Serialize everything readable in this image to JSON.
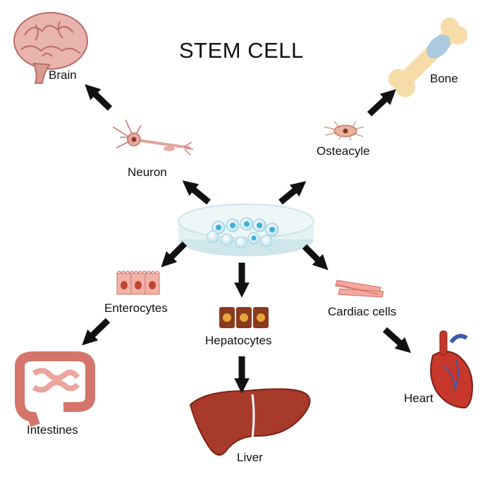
{
  "title": "STEM CELL",
  "labels": {
    "brain": "Brain",
    "neuron": "Neuron",
    "bone": "Bone",
    "osteacyle": "Osteacyle",
    "enterocytes": "Enterocytes",
    "hepatocytes": "Hepatocytes",
    "cardiac": "Cardiac cells",
    "intestines": "Intestines",
    "liver": "Liver",
    "heart": "Heart"
  },
  "colors": {
    "arrow": "#111111",
    "brain": "#e8b4ad",
    "bone": "#f6dca8",
    "liver": "#a83a2a",
    "heart": "#c8372b",
    "dish": "#d8ecef",
    "cell": "#3fb0d6"
  }
}
